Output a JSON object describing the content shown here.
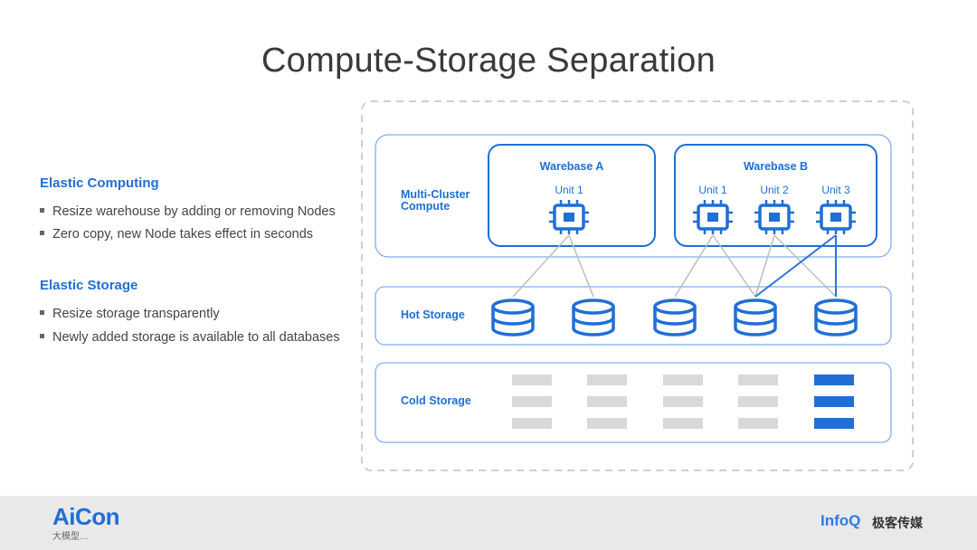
{
  "title": "Compute-Storage Separation",
  "left_panel": {
    "sections": [
      {
        "heading": "Elastic Computing",
        "bullets": [
          "Resize warehouse by adding or removing Nodes",
          "Zero copy, new Node takes effect in seconds"
        ]
      },
      {
        "heading": "Elastic Storage",
        "bullets": [
          "Resize storage transparently",
          "Newly added storage is available to all databases"
        ]
      }
    ]
  },
  "diagram": {
    "rows": {
      "compute": "Multi-Cluster\nCompute",
      "hot": "Hot Storage",
      "cold": "Cold Storage"
    },
    "warebase_a": {
      "title": "Warebase A",
      "units": [
        "Unit 1"
      ]
    },
    "warebase_b": {
      "title": "Warebase B",
      "units": [
        "Unit 1",
        "Unit 2",
        "Unit 3"
      ]
    },
    "colors": {
      "accent": "#1f6fd6",
      "cold_grey": "#d9d9d9",
      "cold_active": "#1f6fd6",
      "link_grey": "#bdbdbd"
    }
  },
  "footer": {
    "left_logo": "AiCon",
    "left_sub": "大模型…",
    "right_logo_1": "InfoQ",
    "right_logo_2": "极客传媒"
  }
}
